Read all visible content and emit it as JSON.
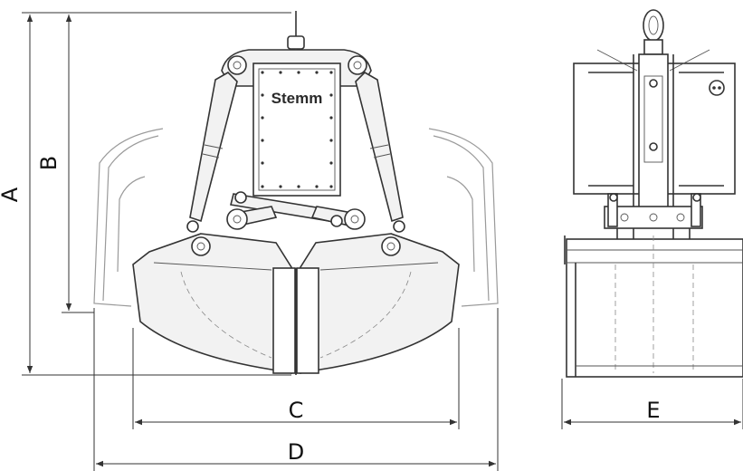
{
  "brand": {
    "logo_text": "Stemm"
  },
  "dimensions": {
    "a": "A",
    "b": "B",
    "c": "C",
    "d": "D",
    "e": "E"
  }
}
